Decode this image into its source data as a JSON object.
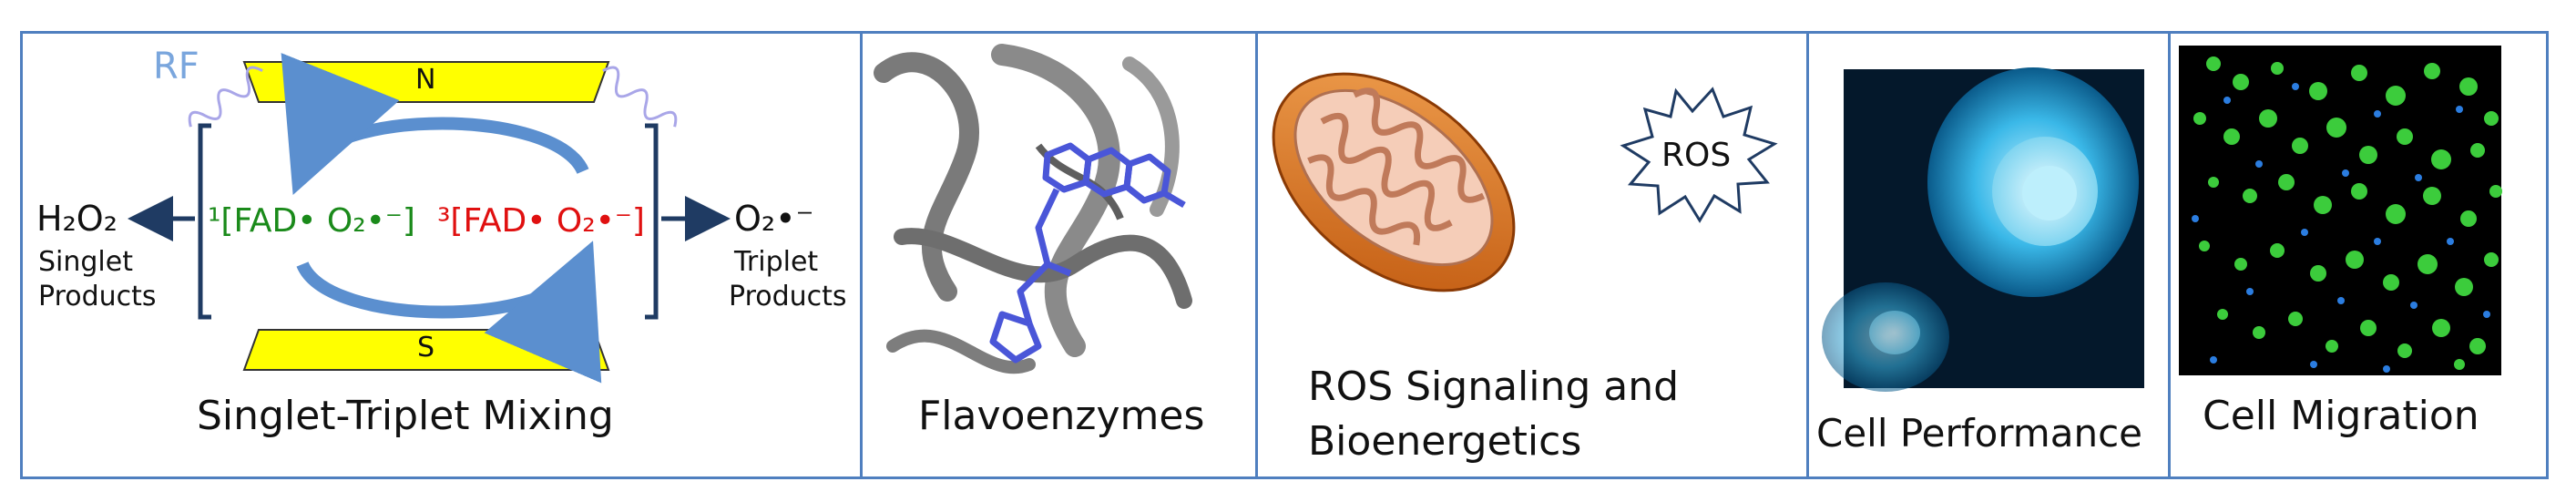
{
  "panel1": {
    "rf_label": "RF",
    "magnet_north": "N",
    "magnet_south": "S",
    "left_product_formula": "H₂O₂",
    "left_product_line1": "Singlet",
    "left_product_line2": "Products",
    "singlet_state": "¹[FAD• O₂•⁻]",
    "triplet_state": "³[FAD• O₂•⁻]",
    "right_product_formula": "O₂•⁻",
    "right_product_line1": "Triplet",
    "right_product_line2": "Products",
    "caption": "Singlet-Triplet Mixing"
  },
  "panel2": {
    "caption": "Flavoenzymes"
  },
  "panel3": {
    "ros_label": "ROS",
    "caption_line1": "ROS Signaling and",
    "caption_line2": "Bioenergetics"
  },
  "panel4": {
    "caption": "Cell Performance"
  },
  "panel5": {
    "caption": "Cell Migration"
  },
  "colors": {
    "frame": "#4f7fbf",
    "magnet": "#ffff00",
    "arrow": "#5b8fcf",
    "singlet": "#1a8a1a",
    "triplet": "#e01010",
    "mito_outer": "#e07b1e",
    "cell_blue": "#3ab8e8",
    "ligand": "#4a56d8",
    "fluor_green": "#3ccc3c"
  }
}
